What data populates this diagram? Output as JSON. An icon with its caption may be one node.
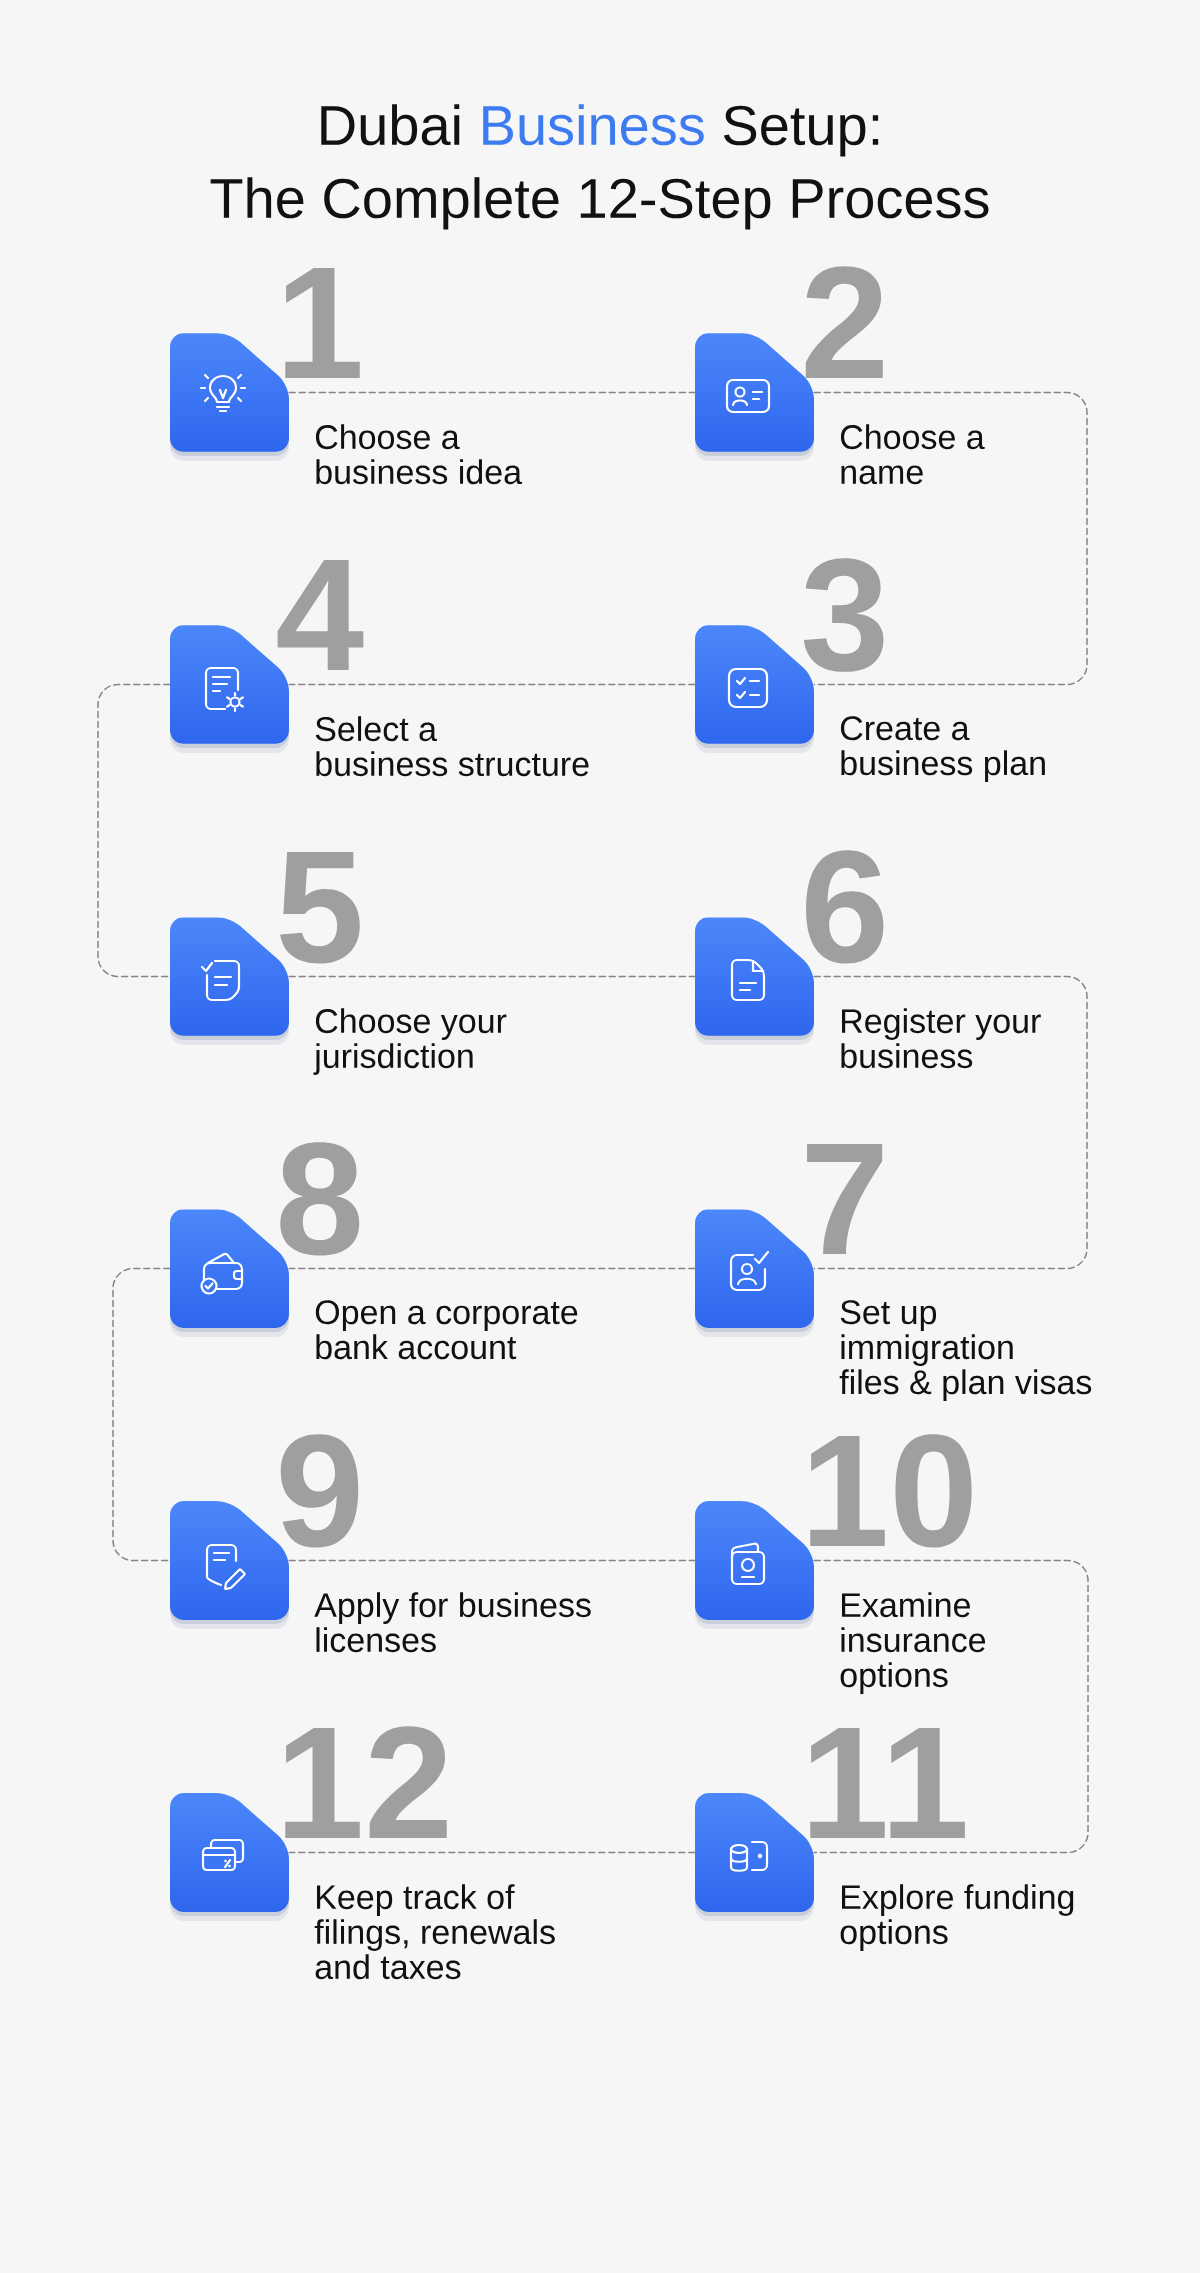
{
  "diagram": {
    "title": "Dubai **Business** Setup: The Complete 12-Step Process",
    "nodes": [
      {
        "text": [
          "1",
          "Choose a business idea"
        ]
      },
      {
        "text": [
          "2",
          "Choose a name"
        ]
      },
      {
        "text": [
          "3",
          "Create a business plan"
        ]
      },
      {
        "text": [
          "4",
          "Select a business structure"
        ]
      },
      {
        "text": [
          "5",
          "Choose your jurisdiction"
        ]
      },
      {
        "text": [
          "6",
          "Register your business"
        ]
      },
      {
        "text": [
          "7",
          "Set up immigration files & plan visas"
        ]
      },
      {
        "text": [
          "8",
          "Open a corporate bank account"
        ]
      },
      {
        "text": [
          "9",
          "Apply for business licenses"
        ]
      },
      {
        "text": [
          "10",
          "Examine insurance options"
        ]
      },
      {
        "text": [
          "11",
          "Explore funding options"
        ]
      },
      {
        "text": [
          "12",
          "Keep track of filings, renewals and taxes"
        ]
      }
    ],
    "edges": [
      {
        "from": 0,
        "to": 1,
        "arrow": "none",
        "style": "dashed"
      },
      {
        "from": 1,
        "to": 2,
        "arrow": "none",
        "style": "dashed"
      },
      {
        "from": 2,
        "to": 3,
        "arrow": "none",
        "style": "dashed"
      },
      {
        "from": 3,
        "to": 4,
        "arrow": "none",
        "style": "dashed"
      },
      {
        "from": 4,
        "to": 5,
        "arrow": "none",
        "style": "dashed"
      },
      {
        "from": 5,
        "to": 6,
        "arrow": "none",
        "style": "dashed"
      },
      {
        "from": 6,
        "to": 7,
        "arrow": "none",
        "style": "dashed"
      },
      {
        "from": 7,
        "to": 8,
        "arrow": "none",
        "style": "dashed"
      },
      {
        "from": 8,
        "to": 9,
        "arrow": "none",
        "style": "dashed"
      },
      {
        "from": 9,
        "to": 10,
        "arrow": "none",
        "style": "dashed"
      },
      {
        "from": 10,
        "to": 11,
        "arrow": "none",
        "style": "dashed"
      }
    ]
  }
}
